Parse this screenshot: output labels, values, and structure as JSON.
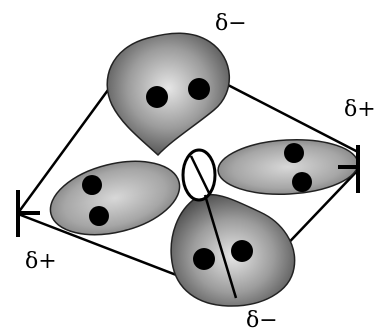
{
  "diagram": {
    "labels": {
      "top": "δ−",
      "right": "δ+",
      "left": "δ+",
      "bottom": "δ−"
    },
    "colors": {
      "lobe_light": "#d9d9d9",
      "lobe_mid": "#9a9a9a",
      "lobe_dark": "#555555",
      "outline": "#000000",
      "dot": "#000000",
      "background": "#ffffff"
    },
    "icons": {
      "bond_marker": "end-bar",
      "center": "small-ellipse"
    }
  }
}
